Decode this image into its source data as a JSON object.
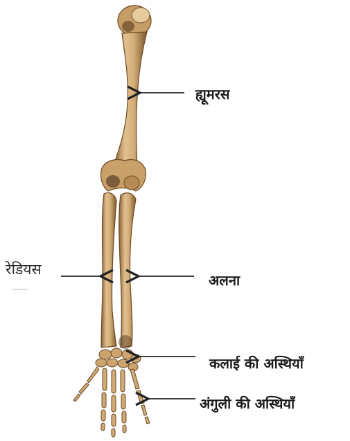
{
  "labels": {
    "humerus": "ह्यूमरस",
    "radius": "रेडियस",
    "ulna": "अलना",
    "carpals": "कलाई की अस्थियाँ",
    "phalanges": "अंगुली की अस्थियाँ"
  },
  "colors": {
    "bone": "#d3ad78",
    "bone_shadow": "#8a6234",
    "bone_highlight": "#ecd3a6",
    "arrow": "#222222"
  }
}
